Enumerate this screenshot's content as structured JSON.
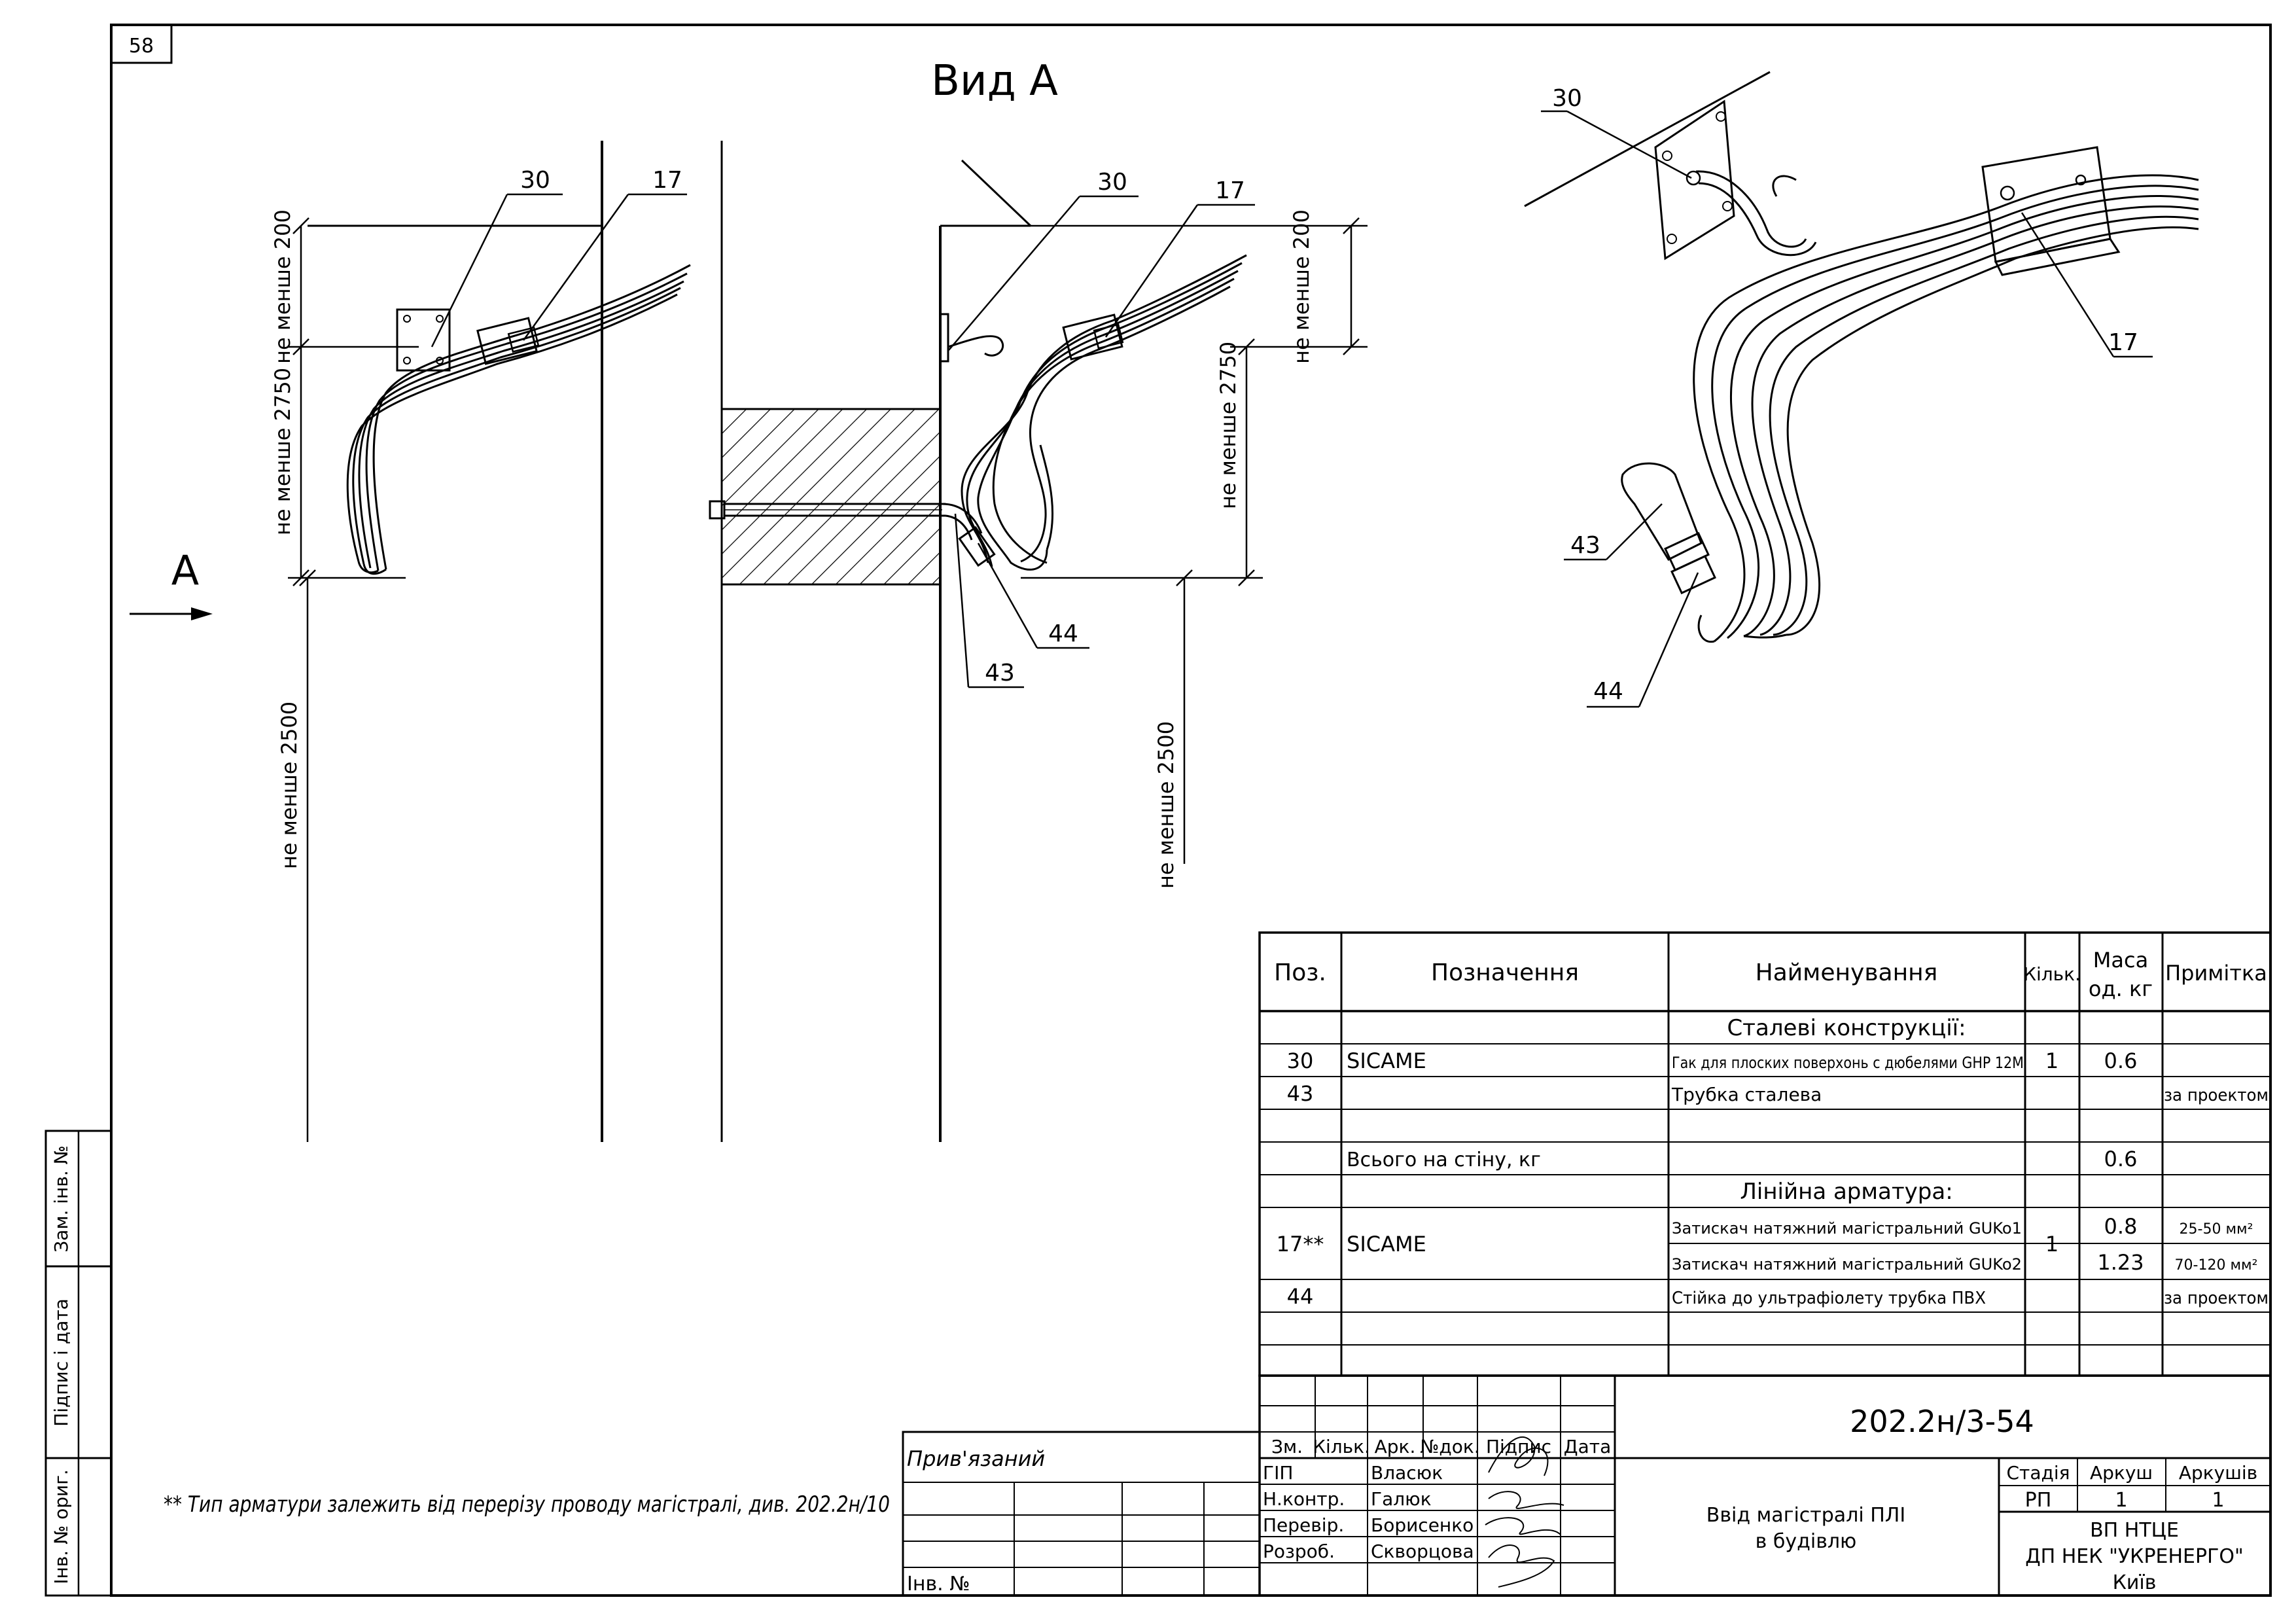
{
  "sheet_number": "58",
  "view_title": "Вид А",
  "view_marker": "А",
  "callouts": {
    "pos30": "30",
    "pos17": "17",
    "pos43": "43",
    "pos44": "44"
  },
  "dimensions": {
    "d200": "не менше 200",
    "d2750": "не менше 2750",
    "d2500": "не менше 2500"
  },
  "spec_table": {
    "headers": [
      "Поз.",
      "Позначення",
      "Найменування",
      "Кільк.",
      "Маса од. кг",
      "Примітка"
    ],
    "mass_header_line1": "Маса",
    "mass_header_line2": "од. кг",
    "section_steel": "Сталеві конструкції:",
    "section_line": "Лінійна арматура:",
    "rows": [
      {
        "pos": "30",
        "code": "SICAME",
        "name": "Гак для плоских поверхонь с дюбелями GHP 12M",
        "qty": "1",
        "mass": "0.6",
        "note": ""
      },
      {
        "pos": "43",
        "code": "",
        "name": "Трубка сталева",
        "qty": "",
        "mass": "",
        "note": "за проектом"
      },
      {
        "pos": "",
        "code": "Всього на стіну, кг",
        "name": "",
        "qty": "",
        "mass": "0.6",
        "note": ""
      },
      {
        "pos": "17**",
        "code": "SICAME",
        "name": "Затискач натяжний магістральний GUKo1",
        "qty": "1",
        "mass": "0.8",
        "note": "25-50 мм²"
      },
      {
        "pos": "",
        "code": "",
        "name": "Затискач натяжний магістральний GUKo2",
        "qty": "",
        "mass": "1.23",
        "note": "70-120 мм²"
      },
      {
        "pos": "44",
        "code": "",
        "name": "Стійка до ультрафіолету трубка ПВХ",
        "qty": "",
        "mass": "",
        "note": "за проектом"
      }
    ]
  },
  "footnote": "** Тип арматури залежить від перерізу проводу магістралі, див. 202.2н/10",
  "side_stamps": [
    "Зам. інв. №",
    "Підпис і дата",
    "Інв. № ориг."
  ],
  "title_block": {
    "linked": "Прив'язаний",
    "inv_no": "Інв. №",
    "rev_headers": [
      "Зм.",
      "Кільк.",
      "Арк.",
      "№док.",
      "Підпис",
      "Дата"
    ],
    "people": [
      {
        "role": "ГІП",
        "name": "Власюк"
      },
      {
        "role": "Н.контр.",
        "name": "Галюк"
      },
      {
        "role": "Перевір.",
        "name": "Борисенко"
      },
      {
        "role": "Розроб.",
        "name": "Скворцова"
      }
    ],
    "doc_code": "202.2н/3-54",
    "title_line1": "Ввід магістралі ПЛІ",
    "title_line2": "в будівлю",
    "stage_label": "Стадія",
    "sheet_label": "Аркуш",
    "sheets_label": "Аркушів",
    "stage": "РП",
    "sheet": "1",
    "sheets": "1",
    "org_line1": "ВП НТЦЕ",
    "org_line2": "ДП НЕК \"УКРЕНЕРГО\"",
    "org_line3": "Київ"
  }
}
